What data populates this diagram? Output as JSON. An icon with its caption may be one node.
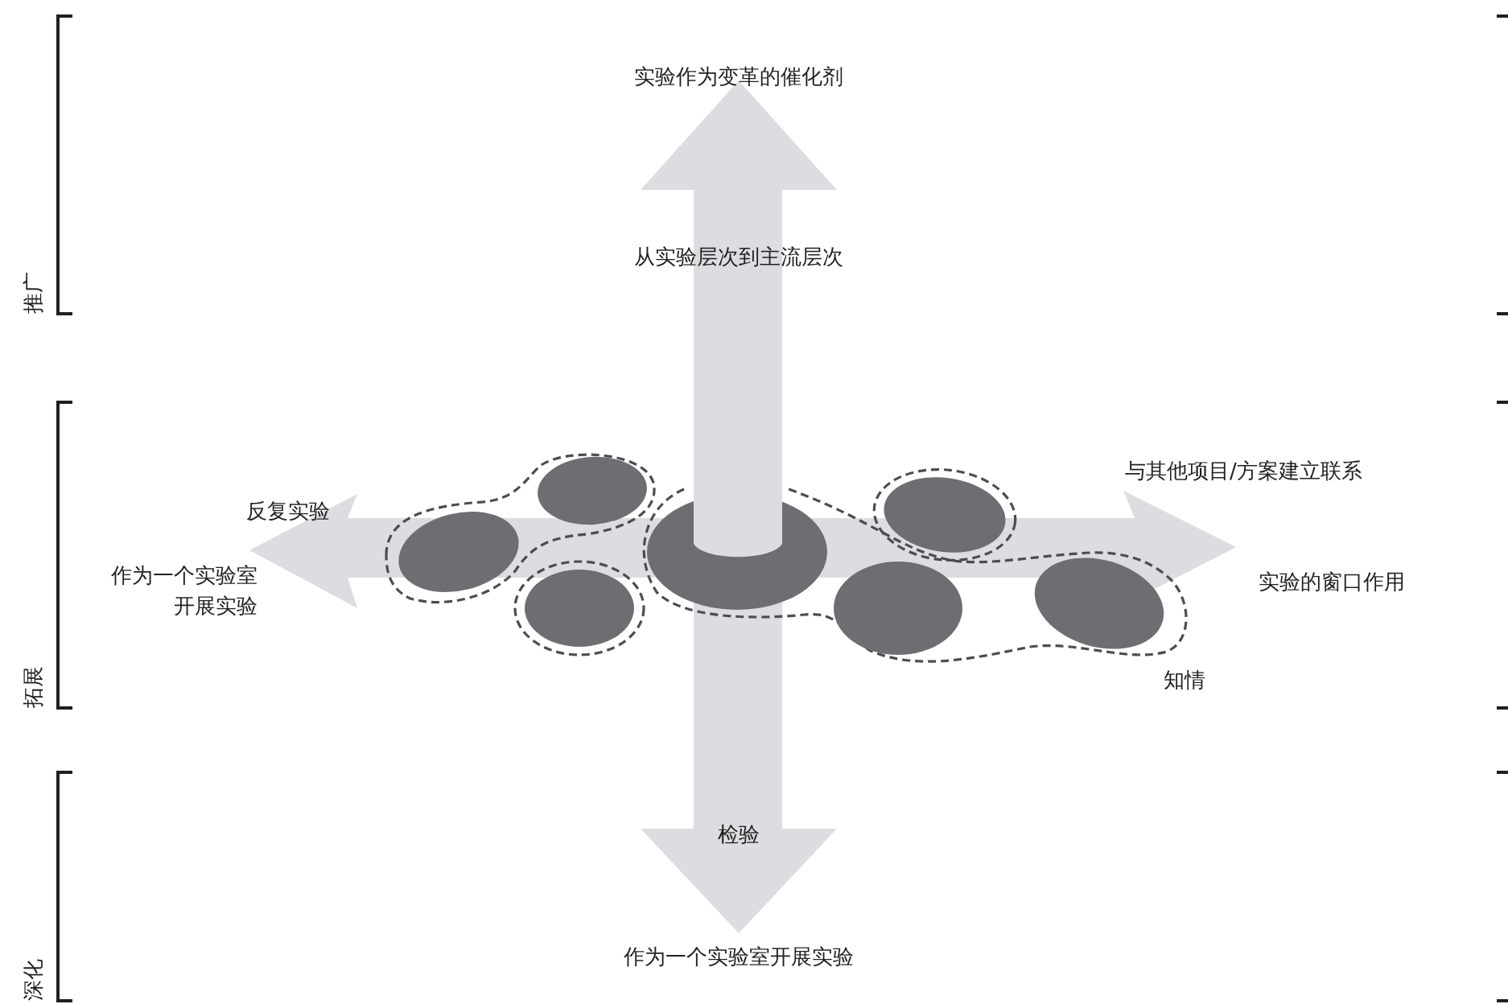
{
  "diagram": {
    "labels": [
      "实验作为变革的催化剂",
      "从实验层次到主流层次",
      "推广",
      "与其他项目/方案建立联系",
      "反复实验",
      "作为一个实验室开展实验",
      "实验的窗口作用",
      "拓展",
      "知情",
      "检验",
      "作为一个实验室开展实验",
      "深化"
    ]
  }
}
